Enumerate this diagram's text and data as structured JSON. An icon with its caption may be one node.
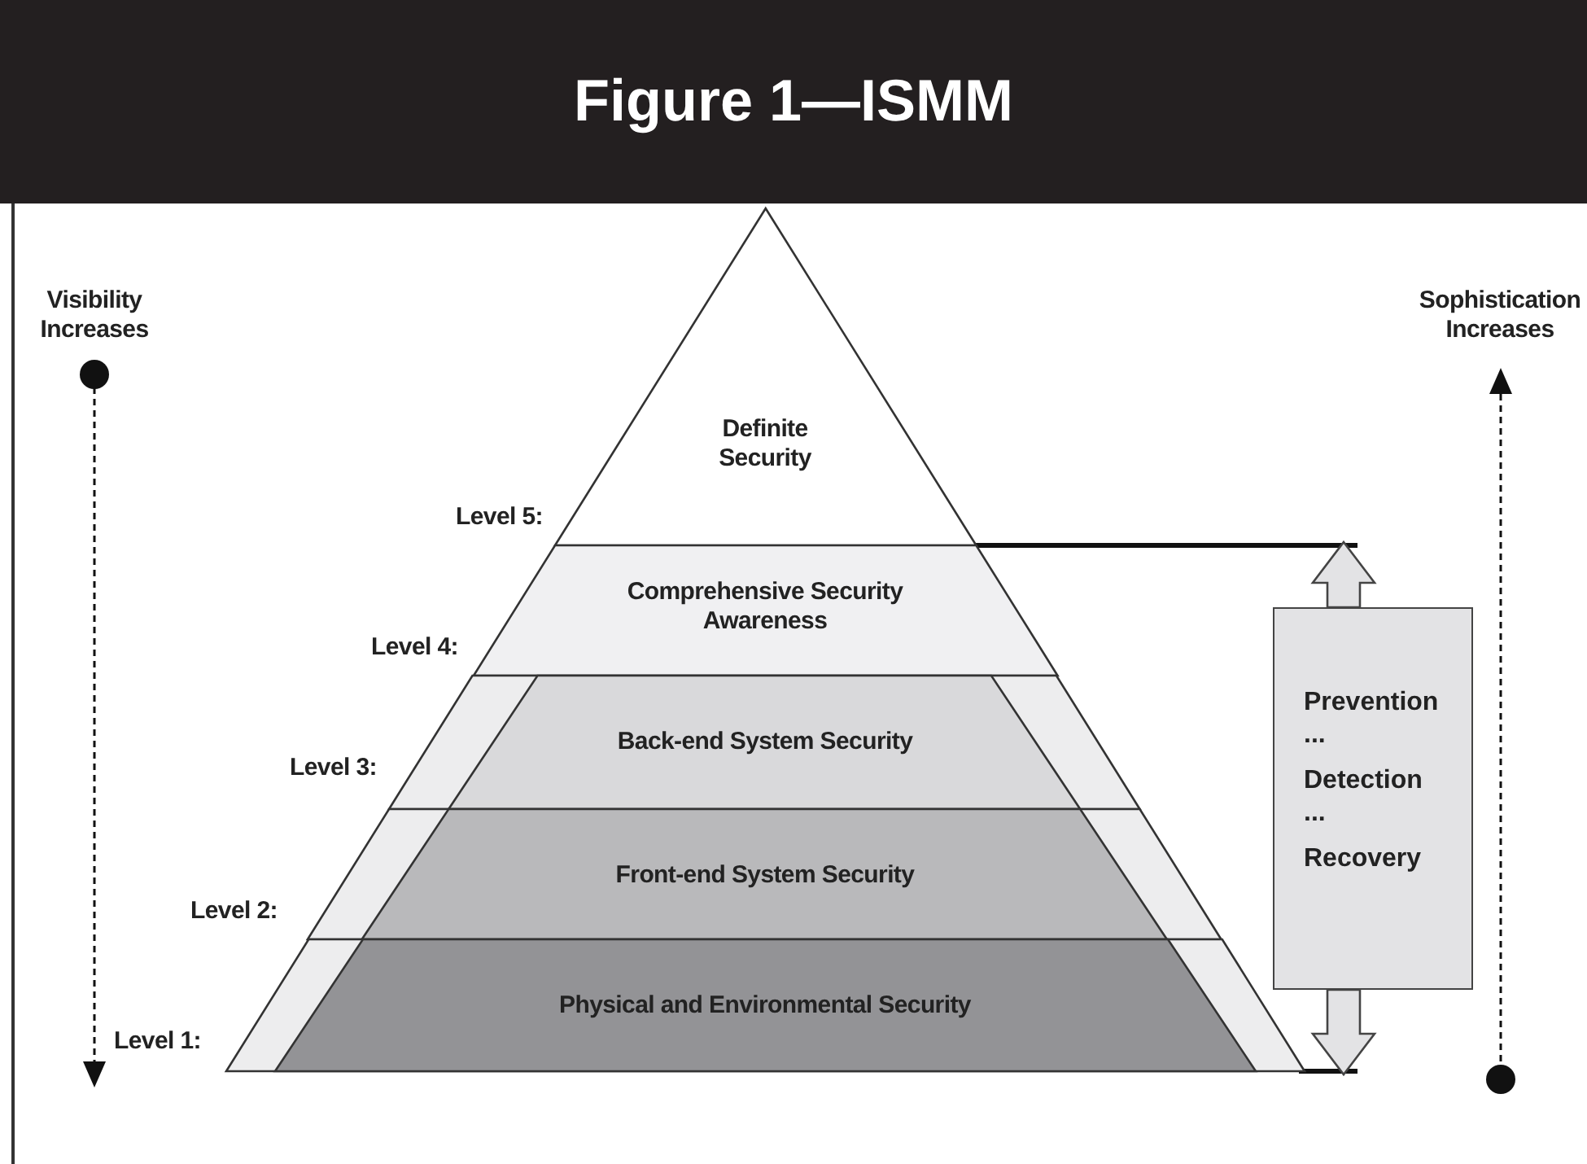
{
  "diagram": {
    "title": "Figure 1—ISMM",
    "nodes": [
      {
        "text": [
          "Definite Security"
        ],
        "beside": [
          "Level 5:"
        ]
      },
      {
        "text": [
          "Comprehensive Security Awareness"
        ],
        "beside": [
          "Level 4:"
        ]
      },
      {
        "text": [
          "Back-end System Security"
        ],
        "beside": [
          "Level 3:"
        ]
      },
      {
        "text": [
          "Front-end System Security"
        ],
        "beside": [
          "Level 2:"
        ]
      },
      {
        "text": [
          "Physical and Environmental Security"
        ],
        "beside": [
          "Level 1:"
        ]
      },
      {
        "text": [
          "Prevention",
          "...",
          "Detection",
          "...",
          "Recovery"
        ]
      }
    ],
    "edges": [
      {
        "from": 5,
        "to": null,
        "arrow": "to"
      },
      {
        "from": 5,
        "to": null,
        "arrow": "to"
      }
    ],
    "labels": [
      "Visibility Increases",
      "Sophistication Increases"
    ]
  }
}
